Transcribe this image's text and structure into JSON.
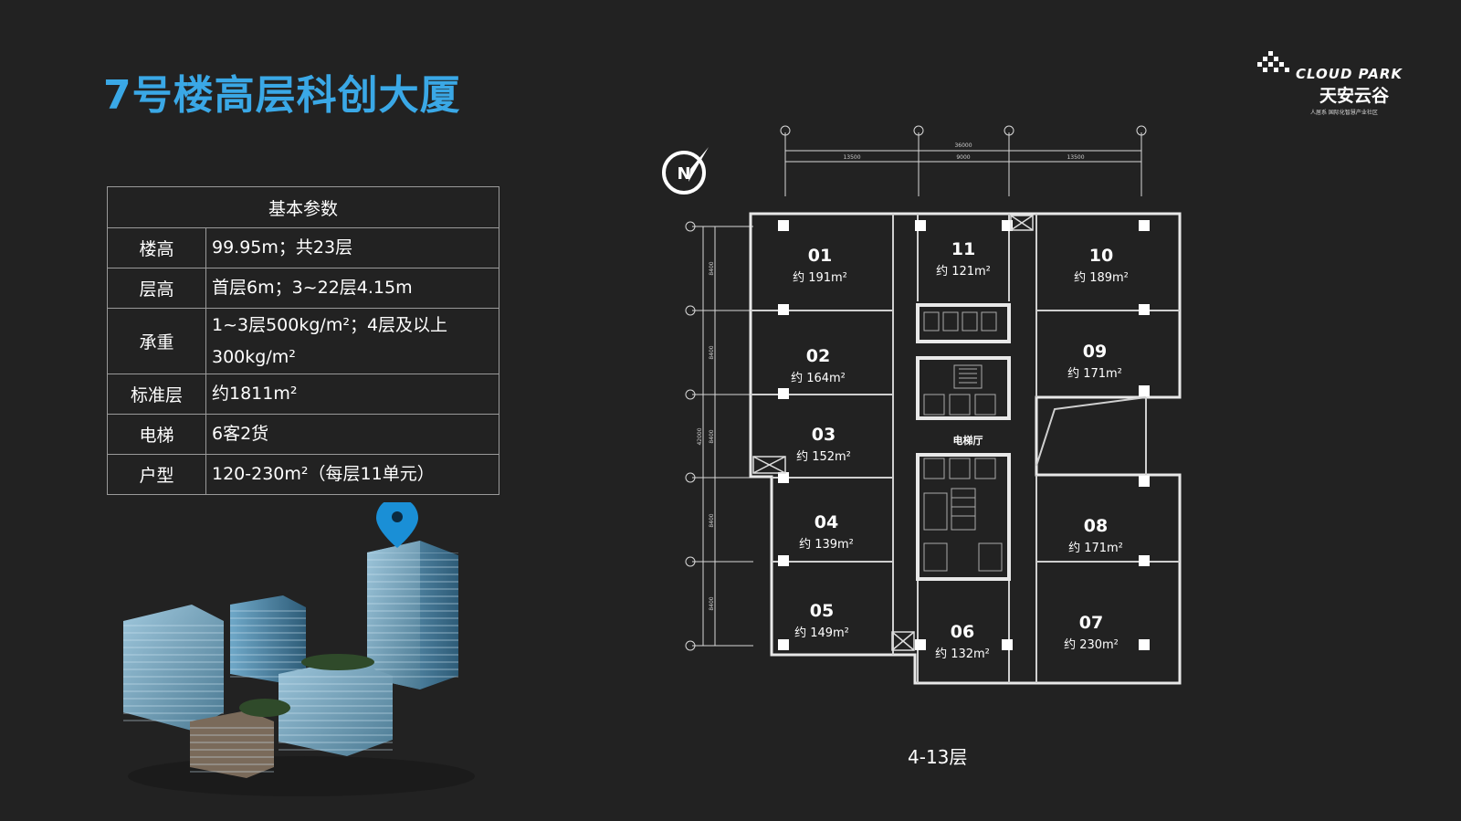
{
  "title": "7号楼高层科创大厦",
  "logo": {
    "en": "CLOUD PARK",
    "cn": "天安云谷",
    "sub": "人居系    国际化智慧产业社区"
  },
  "params_table": {
    "header": "基本参数",
    "rows": [
      {
        "key": "楼高",
        "value": "99.95m；共23层"
      },
      {
        "key": "层高",
        "value": "首层6m；3~22层4.15m"
      },
      {
        "key": "承重",
        "value": "1~3层500kg/m²；4层及以上300kg/m²"
      },
      {
        "key": "标准层",
        "value": "约1811m²"
      },
      {
        "key": "电梯",
        "value": "6客2货"
      },
      {
        "key": "户型",
        "value": "120-230m²（每层11单元）"
      }
    ]
  },
  "floor_plan": {
    "label": "4-13层",
    "compass": "N",
    "elevator_hall": "电梯厅",
    "dims": {
      "total": "36000",
      "segments": [
        "13500",
        "9000",
        "13500"
      ],
      "vertical_total": "42000",
      "vertical_segments": [
        "8400",
        "8400",
        "8400",
        "8400",
        "8400"
      ]
    },
    "units": [
      {
        "num": "01",
        "area": "约 191m²"
      },
      {
        "num": "02",
        "area": "约 164m²"
      },
      {
        "num": "03",
        "area": "约 152m²"
      },
      {
        "num": "04",
        "area": "约 139m²"
      },
      {
        "num": "05",
        "area": "约 149m²"
      },
      {
        "num": "06",
        "area": "约 132m²"
      },
      {
        "num": "07",
        "area": "约 230m²"
      },
      {
        "num": "08",
        "area": "约 171m²"
      },
      {
        "num": "09",
        "area": "约 171m²"
      },
      {
        "num": "10",
        "area": "约 189m²"
      },
      {
        "num": "11",
        "area": "约 121m²"
      }
    ]
  },
  "colors": {
    "background": "#222222",
    "title": "#3aa8e6",
    "pin": "#1a8fd6"
  }
}
